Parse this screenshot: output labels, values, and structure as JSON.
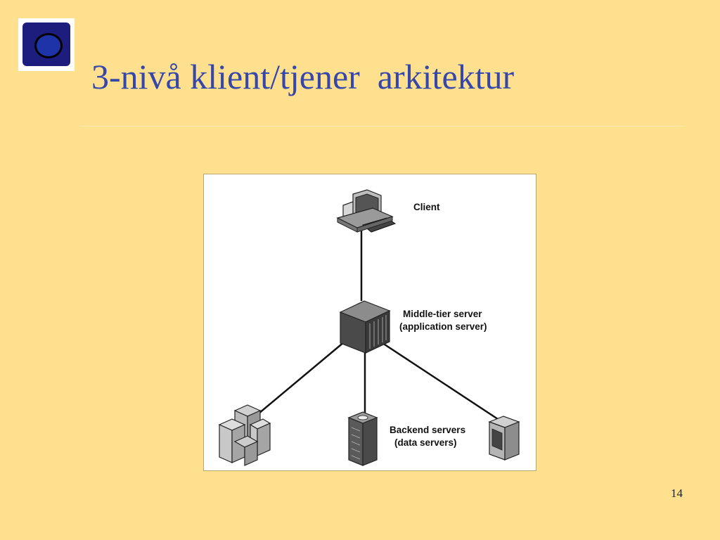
{
  "slide": {
    "title": "3-nivå klient/tjener  arkitektur",
    "page_number": "14"
  },
  "diagram": {
    "client_label": "Client",
    "middle_label_1": "Middle-tier server",
    "middle_label_2": "(application server)",
    "backend_label_1": "Backend servers",
    "backend_label_2": "(data servers)"
  },
  "colors": {
    "background": "#ffe08f",
    "title": "#3547a8",
    "logo": "#1c1d7d"
  }
}
